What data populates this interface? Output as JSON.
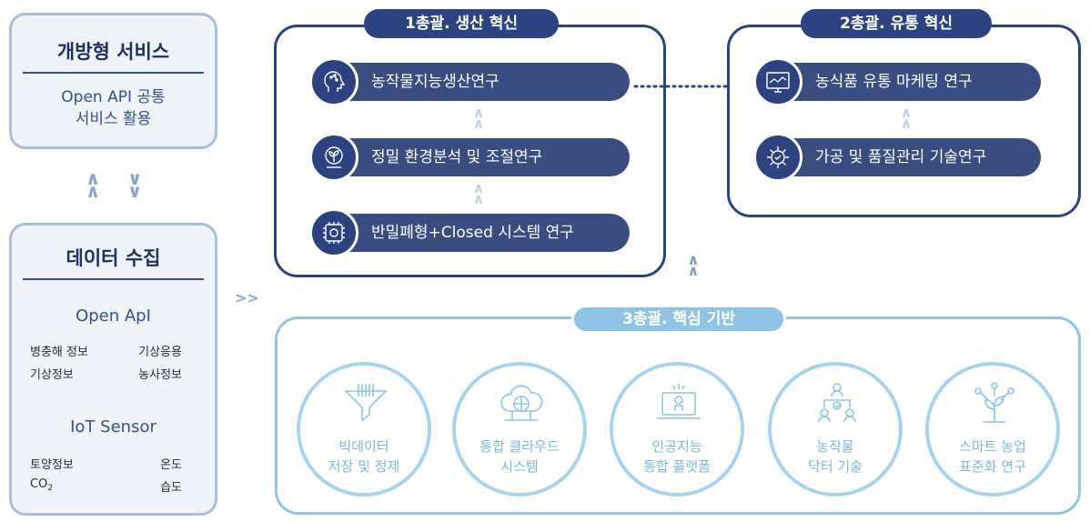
{
  "left": {
    "open_service": {
      "title": "개방형 서비스",
      "line1": "Open API 공통",
      "line2": "서비스 활용"
    },
    "data_collection": {
      "title": "데이터 수집",
      "open_api_heading": "Open ApI",
      "open_api_items": [
        "병충해 정보",
        "기상응용",
        "기상정보",
        "농사정보"
      ],
      "iot_heading": "IoT Sensor",
      "iot_items": [
        "토양정보",
        "온도",
        "CO",
        "2",
        "습도"
      ]
    }
  },
  "tier1": {
    "tag": "1총괄. 생산 혁신",
    "items": [
      {
        "label": "농작물지능생산연구",
        "icon": "ai-head-icon"
      },
      {
        "label": "정밀 환경분석 및 조절연구",
        "icon": "plant-sensor-icon"
      },
      {
        "label": "반밀폐형+Closed 시스템 연구",
        "icon": "chip-system-icon"
      }
    ]
  },
  "tier2": {
    "tag": "2총괄. 유통 혁신",
    "items": [
      {
        "label": "농식품 유통 마케팅 연구",
        "icon": "live-monitor-icon"
      },
      {
        "label": "가공 및 품질관리 기술연구",
        "icon": "gear-quality-icon"
      }
    ]
  },
  "tier3": {
    "tag": "3총괄. 핵심 기반",
    "items": [
      {
        "line1": "빅데이터",
        "line2": "저장 및 정제",
        "icon": "funnel-data-icon"
      },
      {
        "line1": "통합 클라우드",
        "line2": "시스템",
        "icon": "cloud-globe-icon"
      },
      {
        "line1": "인공지능",
        "line2": "통합 플랫폼",
        "icon": "laptop-ai-icon"
      },
      {
        "line1": "농작물",
        "line2": "닥터 기술",
        "icon": "doctor-network-icon"
      },
      {
        "line1": "스마트 농업",
        "line2": "표준화 연구",
        "icon": "smart-plant-icon"
      }
    ]
  },
  "colors": {
    "navy": "#2c4281",
    "pill": "#3a4d80",
    "light_blue": "#8fc4e6",
    "card_border": "#a9bedb"
  }
}
